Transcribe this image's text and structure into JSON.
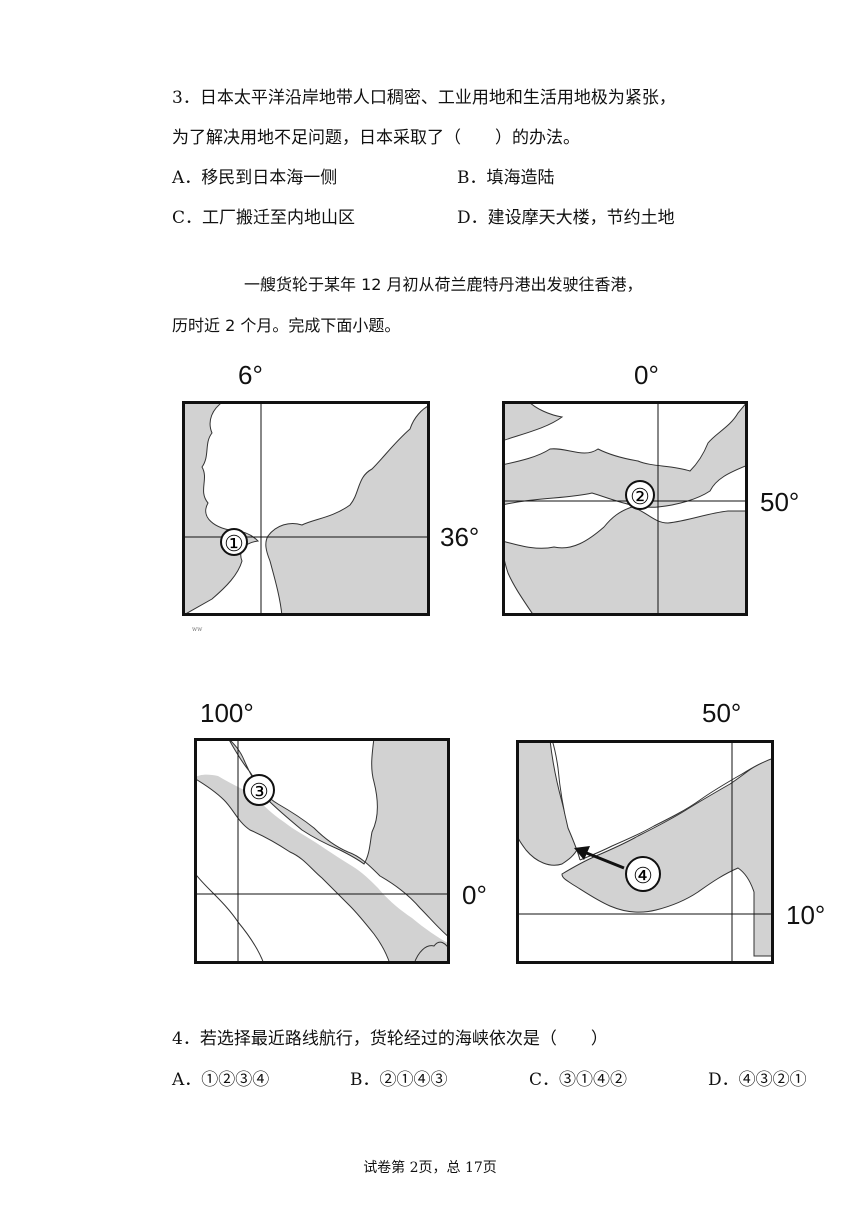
{
  "q3": {
    "stem_line1": "3．日本太平洋沿岸地带人口稠密、工业用地和生活用地极为紧张，",
    "stem_line2": "为了解决用地不足问题，日本采取了（　　）的办法。",
    "options": [
      {
        "text": "A．移民到日本海一侧"
      },
      {
        "text": "B．填海造陆"
      },
      {
        "text": "C．工厂搬迁至内地山区"
      },
      {
        "text": "D．建设摩天大楼，节约土地"
      }
    ]
  },
  "passage": {
    "line1": "一艘货轮于某年 12 月初从荷兰鹿特丹港出发驶往香港，",
    "line2": "历时近 2 个月。完成下面小题。"
  },
  "maps": {
    "map1": {
      "lon": "6°",
      "lat": "36°",
      "marker": "①",
      "tiny": "ww"
    },
    "map2": {
      "lon": "0°",
      "lat": "50°",
      "marker": "②"
    },
    "map3": {
      "lon": "100°",
      "lat": "0°",
      "marker": "③"
    },
    "map4": {
      "lon": "50°",
      "lat": "10°",
      "marker": "④"
    }
  },
  "q4": {
    "stem": "4．若选择最近路线航行，货轮经过的海峡依次是（　　）",
    "options": [
      {
        "text": "A．①②③④"
      },
      {
        "text": "B．②①④③"
      },
      {
        "text": "C．③①④②"
      },
      {
        "text": "D．④③②①"
      }
    ]
  },
  "footer": {
    "text": "试卷第 2页，总 17页"
  },
  "colors": {
    "land": "#d2d2d2",
    "sea": "#ffffff",
    "border": "#111111"
  }
}
